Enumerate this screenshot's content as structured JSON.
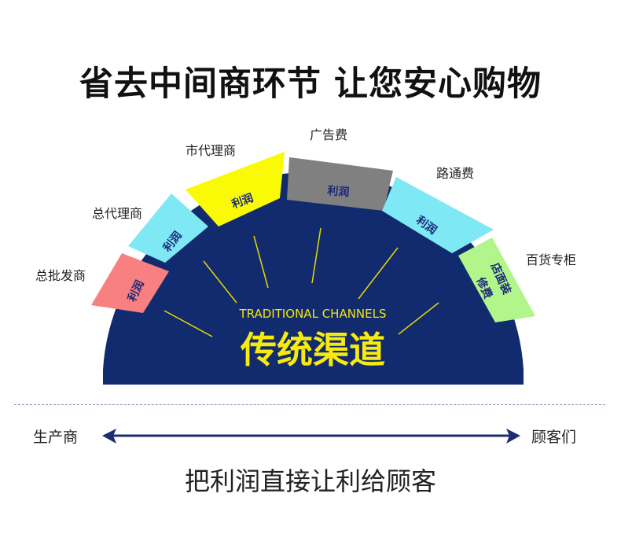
{
  "title": "省去中间商环节 让您安心购物",
  "center": {
    "english": "TRADITIONAL CHANNELS",
    "chinese": "传统渠道"
  },
  "segments": [
    {
      "label": "总批发商",
      "text": "利润",
      "color": "#f98080"
    },
    {
      "label": "总代理商",
      "text": "利润",
      "color": "#7fe8f5"
    },
    {
      "label": "市代理商",
      "text": "利润",
      "color": "#fafa05"
    },
    {
      "label": "广告费",
      "text": "利润",
      "color": "#808080"
    },
    {
      "label": "路通费",
      "text": "利润",
      "color": "#7fe8f5"
    },
    {
      "label": "百货专柜",
      "text_line1": "店面装",
      "text_line2": "修费",
      "color": "#b2f58a"
    }
  ],
  "arrow": {
    "left_label": "生产商",
    "right_label": "顾客们",
    "color": "#1b2e6e"
  },
  "bottom_text": "把利润直接让利给顾客",
  "colors": {
    "dome": "#112b6e",
    "rays": "#e8d800"
  }
}
